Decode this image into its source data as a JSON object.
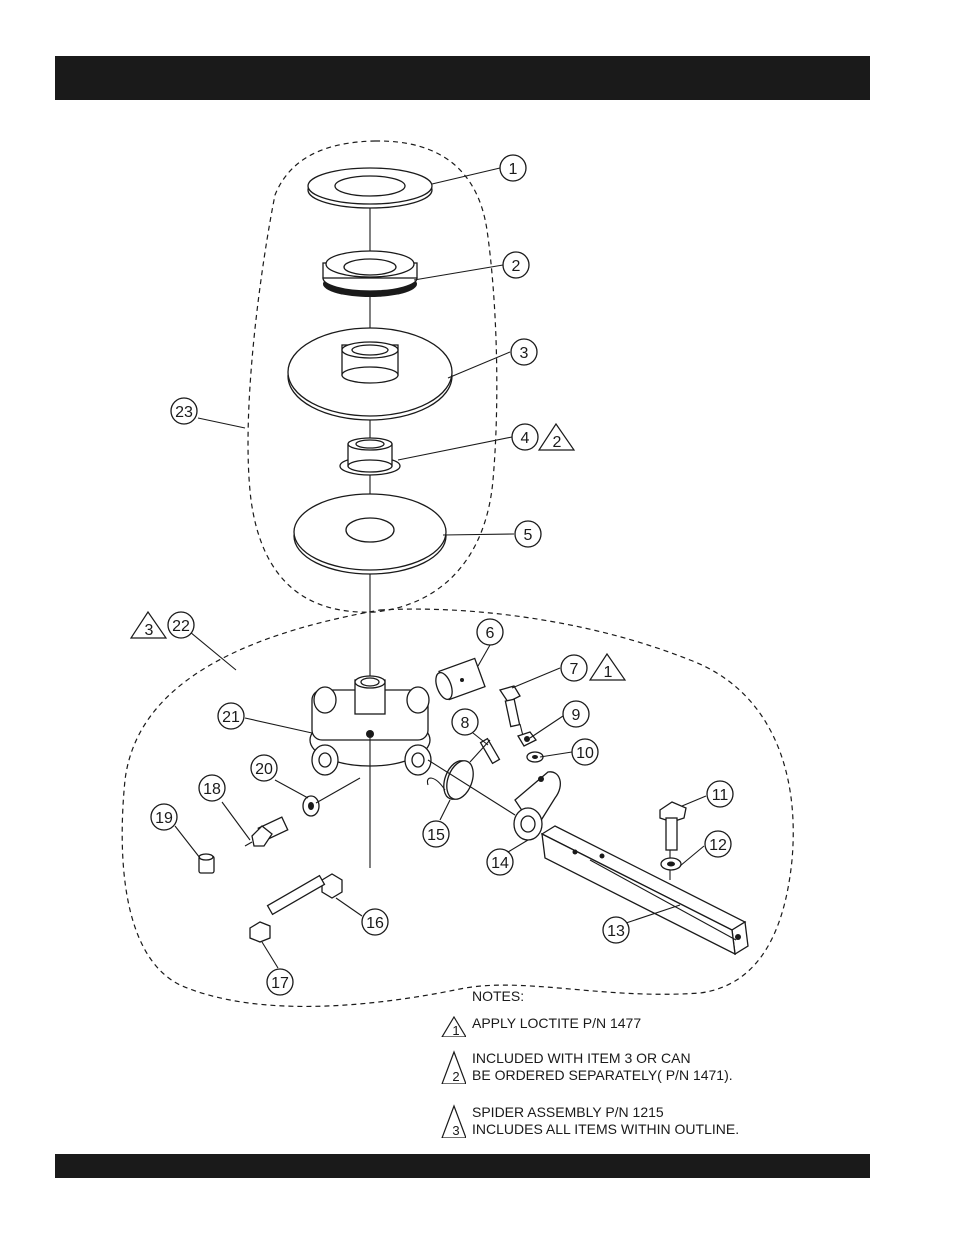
{
  "callouts": [
    "1",
    "2",
    "3",
    "4",
    "5",
    "6",
    "7",
    "8",
    "9",
    "10",
    "11",
    "12",
    "13",
    "14",
    "15",
    "16",
    "17",
    "18",
    "19",
    "20",
    "21",
    "22",
    "23"
  ],
  "note_marks": {
    "n2": "2",
    "n1": "1",
    "n3": "3"
  },
  "notes": {
    "title": "NOTES:",
    "items": [
      {
        "mark": "1",
        "lines": [
          "APPLY LOCTITE  P/N 1477"
        ]
      },
      {
        "mark": "2",
        "lines": [
          "INCLUDED WITH  ITEM 3 OR CAN",
          "BE ORDERED SEPARATELY( P/N 1471)."
        ]
      },
      {
        "mark": "3",
        "lines": [
          "SPIDER ASSEMBLY P/N 1215",
          "INCLUDES ALL ITEMS WITHIN OUTLINE."
        ]
      }
    ]
  }
}
